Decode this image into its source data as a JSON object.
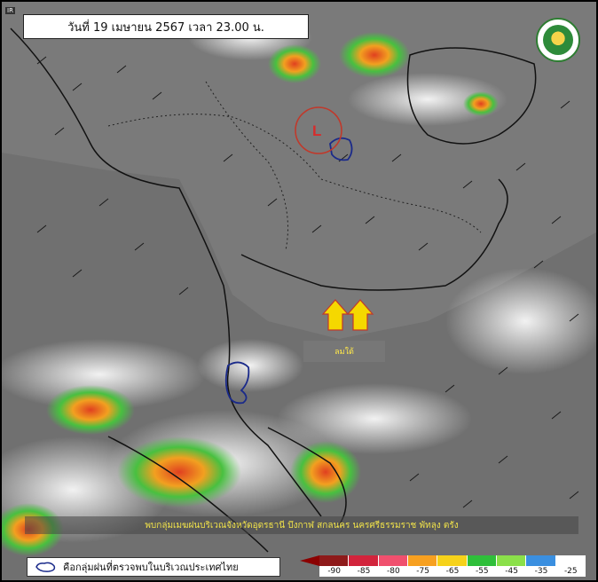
{
  "header": {
    "date_text": "วันที่ 19 เมษายน 2567 เวลา 23.00 น.",
    "corner_tag": "IR"
  },
  "map": {
    "low_pressure_label": "L",
    "wind_label": "ลมใต้"
  },
  "banner": {
    "text": "พบกลุ่มเมฆฝนบริเวณจังหวัดอุดรธานี บึงกาฬ สกลนคร นครศรีธรรมราช พัทลุง ตรัง"
  },
  "legend": {
    "text": "คือกลุ่มฝนที่ตรวจพบในบริเวณประเทศไทย"
  },
  "colorbar": {
    "labels": [
      "-90",
      "-85",
      "-80",
      "-75",
      "-65",
      "-55",
      "-45",
      "-35",
      "-25"
    ],
    "colors": [
      "#8e1a1a",
      "#d2243c",
      "#f0506e",
      "#f7a020",
      "#f6d21a",
      "#2fbf3a",
      "#8be04a",
      "#3a8fe0",
      "#ffffff"
    ]
  }
}
